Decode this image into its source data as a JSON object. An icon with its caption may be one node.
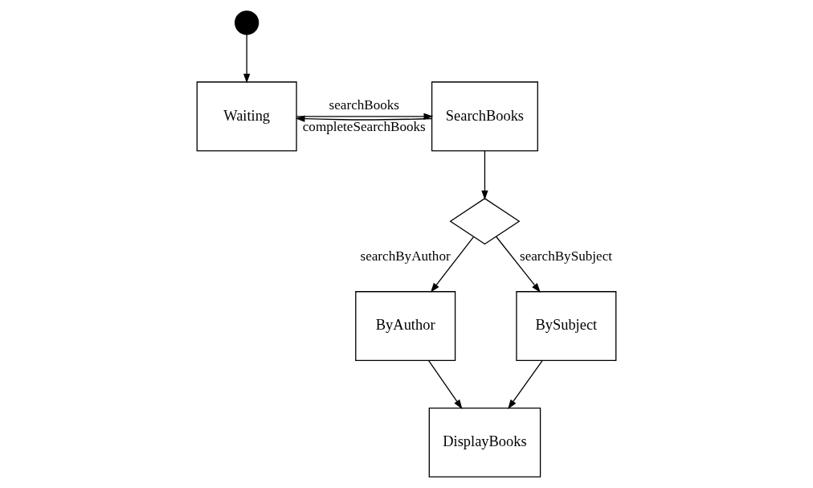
{
  "diagram": {
    "nodes": [
      {
        "text": [],
        "shape": "circle"
      },
      {
        "text": [
          "Waiting"
        ]
      },
      {
        "text": [
          "SearchBooks"
        ]
      },
      {
        "text": [],
        "shape": "diamond"
      },
      {
        "text": [
          "ByAuthor"
        ]
      },
      {
        "text": [
          "BySubject"
        ]
      },
      {
        "text": [
          "DisplayBooks"
        ]
      }
    ],
    "edges": [
      {
        "from": 0,
        "to": 1,
        "arrow": "to"
      },
      {
        "from": 1,
        "to": 2,
        "arrow": "to",
        "label": "searchBooks"
      },
      {
        "from": 2,
        "to": 1,
        "arrow": "to",
        "label": "completeSearchBooks"
      },
      {
        "from": 2,
        "to": 3,
        "arrow": "to"
      },
      {
        "from": 3,
        "to": 4,
        "arrow": "to",
        "label": "searchByAuthor"
      },
      {
        "from": 3,
        "to": 5,
        "arrow": "to",
        "label": "searchBySubject"
      },
      {
        "from": 4,
        "to": 6,
        "arrow": "to"
      },
      {
        "from": 5,
        "to": 6,
        "arrow": "to"
      }
    ]
  }
}
